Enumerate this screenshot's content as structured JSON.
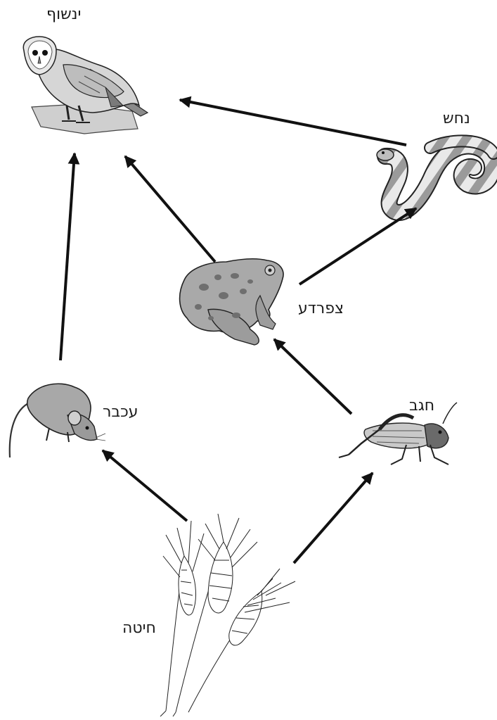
{
  "diagram": {
    "nodes": {
      "owl": {
        "label": "ינשוף",
        "icon": "owl-icon"
      },
      "snake": {
        "label": "נחש",
        "icon": "snake-icon"
      },
      "frog": {
        "label": "צפרדע",
        "icon": "frog-icon"
      },
      "mouse": {
        "label": "עכבר",
        "icon": "mouse-icon"
      },
      "grasshopper": {
        "label": "חגב",
        "icon": "grasshopper-icon"
      },
      "wheat": {
        "label": "חיטה",
        "icon": "wheat-icon"
      }
    },
    "edges": [
      {
        "from": "snake",
        "to": "owl"
      },
      {
        "from": "frog",
        "to": "owl"
      },
      {
        "from": "mouse",
        "to": "owl"
      },
      {
        "from": "frog",
        "to": "snake"
      },
      {
        "from": "grasshopper",
        "to": "frog"
      },
      {
        "from": "wheat",
        "to": "mouse"
      },
      {
        "from": "wheat",
        "to": "grasshopper"
      }
    ],
    "colors": {
      "arrow": "#111111",
      "outline": "#222222"
    }
  }
}
